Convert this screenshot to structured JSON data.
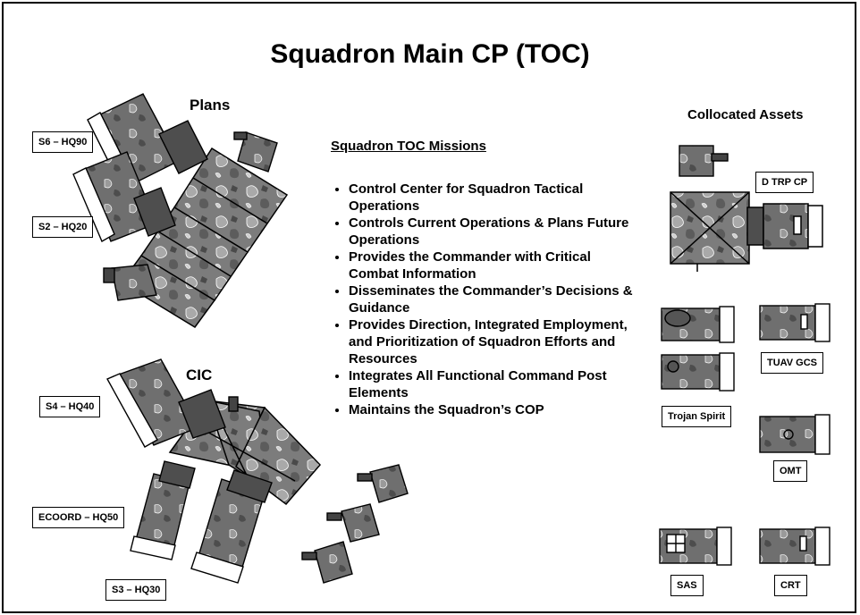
{
  "title": "Squadron Main CP (TOC)",
  "plans_heading": "Plans",
  "cic_heading": "CIC",
  "collocated_heading": "Collocated Assets",
  "missions_heading": "Squadron TOC Missions",
  "missions": [
    "Control Center for Squadron Tactical Operations",
    "Controls Current Operations & Plans Future Operations",
    "Provides the Commander with Critical Combat Information",
    "Disseminates the Commander’s Decisions & Guidance",
    "Provides Direction, Integrated Employment, and Prioritization of Squadron Efforts and Resources",
    "Integrates All Functional Command Post Elements",
    "Maintains the Squadron’s COP"
  ],
  "labels": {
    "s6": "S6 – HQ90",
    "s2": "S2 – HQ20",
    "s4": "S4 – HQ40",
    "ecoord": "ECOORD – HQ50",
    "s3": "S3 – HQ30",
    "dtrp": "D TRP CP",
    "tuav": "TUAV GCS",
    "trojan": "Trojan Spirit",
    "omt": "OMT",
    "sas": "SAS",
    "crt": "CRT"
  }
}
